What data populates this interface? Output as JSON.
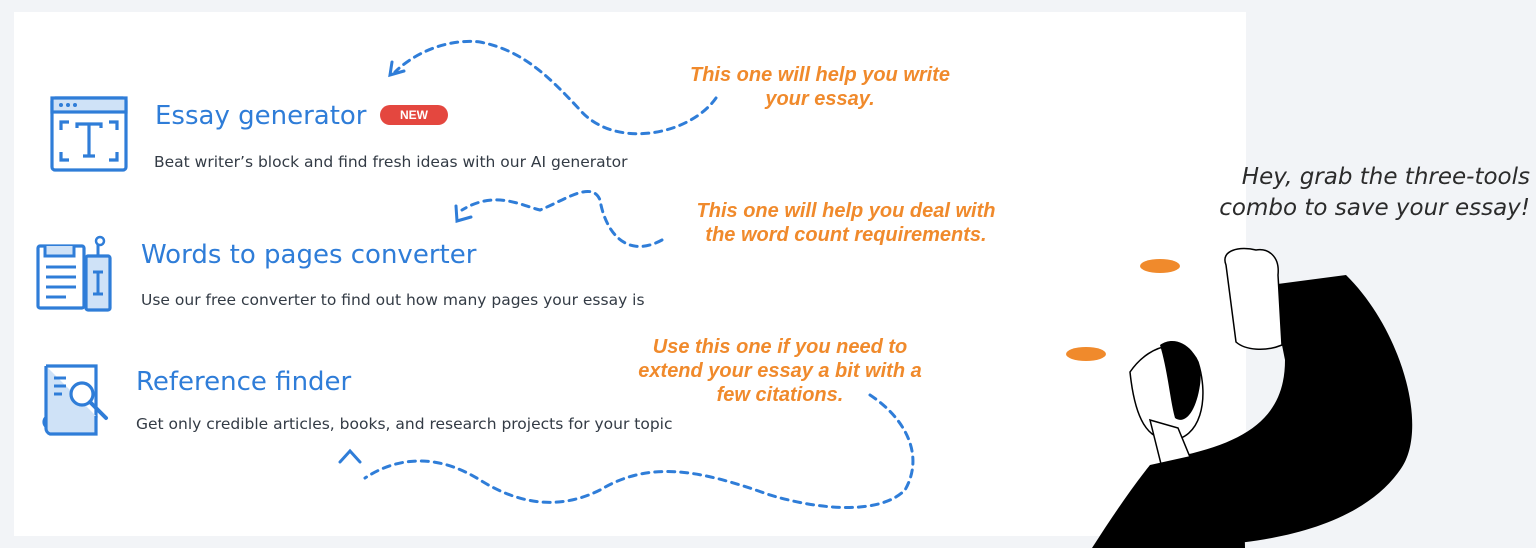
{
  "tools": [
    {
      "title": "Essay generator",
      "badge": "NEW",
      "description": "Beat writer’s block and find fresh ideas with our AI generator"
    },
    {
      "title": "Words to pages converter",
      "description": "Use our free converter to find out how many pages your essay is"
    },
    {
      "title": "Reference finder",
      "description": "Get only credible articles, books, and research projects for your topic"
    }
  ],
  "notes": {
    "essay_line1": "This one will help you write",
    "essay_line2": "your essay.",
    "words_line1": "This one will help you deal with",
    "words_line2": "the word count requirements.",
    "ref_line1": "Use this one if you need to",
    "ref_line2": "extend your essay a bit with a",
    "ref_line3": "few citations."
  },
  "cta": {
    "line1": "Hey, grab the three-tools",
    "line2": "combo to save your essay!"
  },
  "icons": [
    "essay-template-icon",
    "document-pages-icon",
    "book-search-icon"
  ],
  "colors": {
    "accent_blue": "#2f7dd8",
    "note_orange": "#f08a2c",
    "badge_red": "#e4473f",
    "text_dark": "#333b45",
    "background": "#f2f4f7"
  }
}
